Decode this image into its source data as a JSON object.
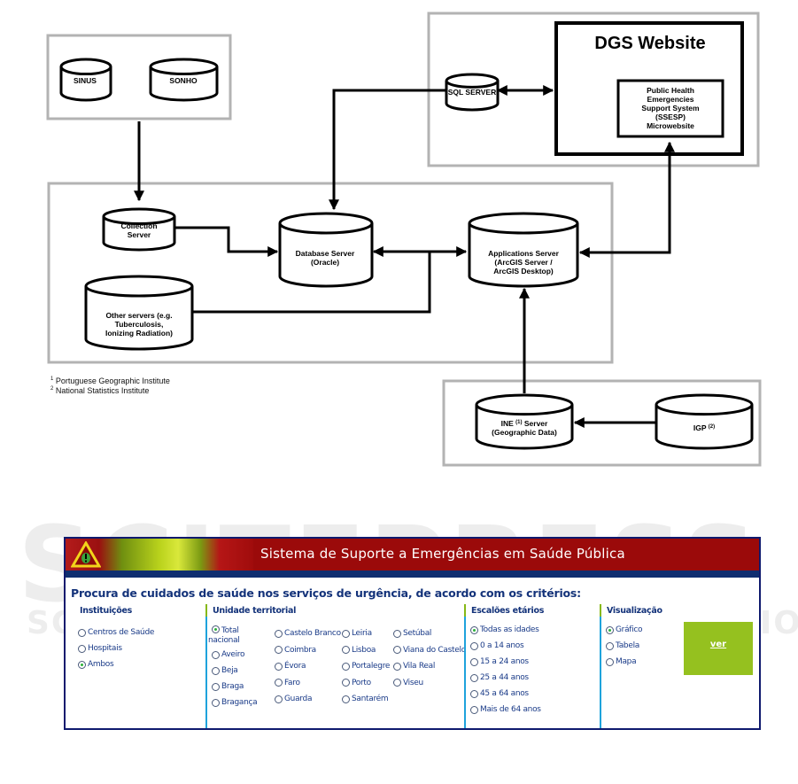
{
  "diagram": {
    "sources": {
      "sinus": "SINUS",
      "sonho": "SONHO"
    },
    "sql_server": "SQL SERVER",
    "dgs_website": {
      "title": "DGS Website",
      "microsite": [
        "Public Health",
        "Emergencies",
        "Support System",
        "(SSESP)",
        "Microwebsite"
      ]
    },
    "collection_server": [
      "Collection",
      "Server"
    ],
    "database_server": [
      "Database Server",
      "(Oracle)"
    ],
    "applications_server": [
      "Applications Server",
      "(ArcGIS Server /",
      "ArcGIS Desktop)"
    ],
    "other_servers": [
      "Other servers (e.g.",
      "Tuberculosis,",
      "Ionizing Radiation)"
    ],
    "ine_server": {
      "line1_prefix": "INE ",
      "line1_sup": "(1)",
      "line1_suffix": " Server",
      "line2": "(Geographic Data)"
    },
    "igp": {
      "label": "IGP ",
      "sup": "(2)"
    },
    "footnotes": [
      {
        "mark": "1",
        "text": " Portuguese Geographic Institute"
      },
      {
        "mark": "2",
        "text": " National Statistics Institute"
      }
    ]
  },
  "watermark": {
    "big": "SCITEPRESS",
    "small": "SCIENCE AND TECHNOLOGY PUBLICATIONS"
  },
  "app": {
    "title": "Sistema de Suporte a Emergências em Saúde Pública",
    "subtitle": "Procura de cuidados de saúde nos serviços de urgência, de acordo com os critérios:",
    "instituicoes": {
      "heading": "Instituições",
      "options": [
        {
          "label": "Centros de Saúde",
          "selected": false
        },
        {
          "label": "Hospitais",
          "selected": false
        },
        {
          "label": "Ambos",
          "selected": true
        }
      ]
    },
    "unidade": {
      "heading": "Unidade territorial",
      "total": {
        "label_1": "Total",
        "label_2": "nacional",
        "selected": true
      },
      "districts": [
        "Aveiro",
        "Beja",
        "Braga",
        "Bragança",
        "Castelo Branco",
        "Coimbra",
        "Évora",
        "Faro",
        "Guarda",
        "Leiria",
        "Lisboa",
        "Portalegre",
        "Porto",
        "Santarém",
        "Setúbal",
        "Viana do Castelo",
        "Vila Real",
        "Viseu"
      ]
    },
    "escaloes": {
      "heading": "Escalões etários",
      "options": [
        {
          "label": "Todas as idades",
          "selected": true
        },
        {
          "label": "0 a 14 anos",
          "selected": false
        },
        {
          "label": "15 a 24 anos",
          "selected": false
        },
        {
          "label": "25 a 44 anos",
          "selected": false
        },
        {
          "label": "45 a 64 anos",
          "selected": false
        },
        {
          "label": "Mais de 64 anos",
          "selected": false
        }
      ]
    },
    "visualizacao": {
      "heading": "Visualização",
      "options": [
        {
          "label": "Gráfico",
          "selected": true
        },
        {
          "label": "Tabela",
          "selected": false
        },
        {
          "label": "Mapa",
          "selected": false
        }
      ]
    },
    "ver_button": "ver",
    "colors": {
      "header_red": "#9b0a0a",
      "band_blue": "#0f2e70",
      "text_blue": "#14337a",
      "button_green": "#95c11f",
      "divider_blue": "#1ea3dc",
      "divider_green": "#86b816"
    }
  }
}
